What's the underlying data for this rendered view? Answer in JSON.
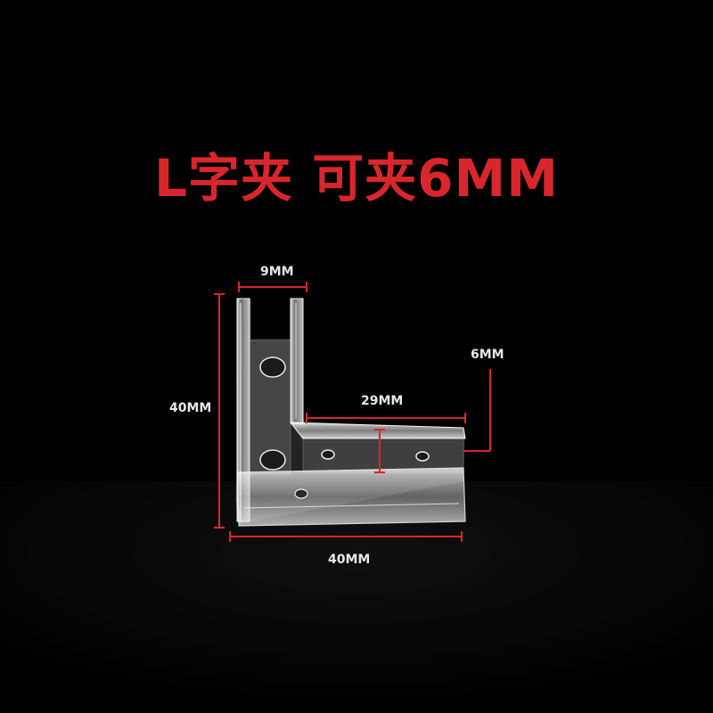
{
  "title": "L字夹 可夹6MM",
  "dimensions": {
    "top_width": "9MM",
    "thickness": "6MM",
    "inner_length": "29MM",
    "height": "40MM",
    "width": "40MM"
  },
  "colors": {
    "background": "#000000",
    "accent": "#d8262c",
    "label": "#e8e8e8"
  }
}
